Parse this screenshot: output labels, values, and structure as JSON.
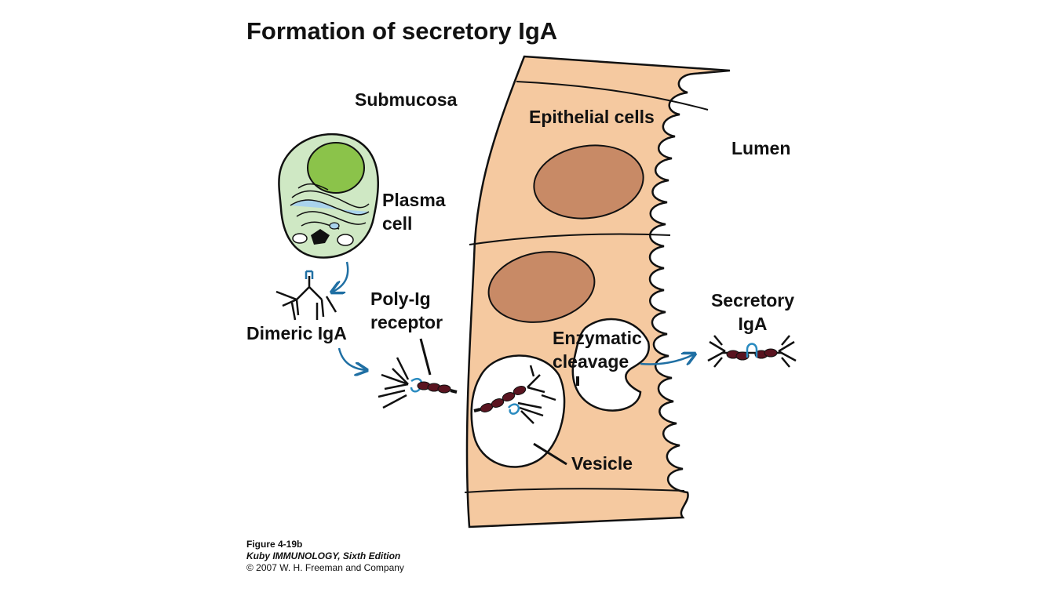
{
  "title": "Formation of secretory IgA",
  "labels": {
    "submucosa": "Submucosa",
    "epithelial_cells": "Epithelial cells",
    "lumen": "Lumen",
    "plasma_line1": "Plasma",
    "plasma_line2": "cell",
    "dimeric_iga": "Dimeric IgA",
    "polyig_line1": "Poly-Ig",
    "polyig_line2": "receptor",
    "enzymatic_line1": "Enzymatic",
    "enzymatic_line2": "cleavage",
    "vesicle": "Vesicle",
    "secretory_line1": "Secretory",
    "secretory_line2": "IgA"
  },
  "caption": {
    "figure": "Figure 4-19b",
    "book": "Kuby IMMUNOLOGY, Sixth Edition",
    "copyright": "© 2007 W. H. Freeman and Company"
  },
  "colors": {
    "epithelium": "#f5c9a0",
    "nucleus": "#c88a66",
    "plasma_cytoplasm": "#cfe8c4",
    "plasma_nucleus": "#8bc34a",
    "er": "#a9d3ec",
    "arrow": "#1f6fa3",
    "receptor": "#5a1420",
    "j_chain": "#2a8bc0",
    "outline": "#111111"
  }
}
